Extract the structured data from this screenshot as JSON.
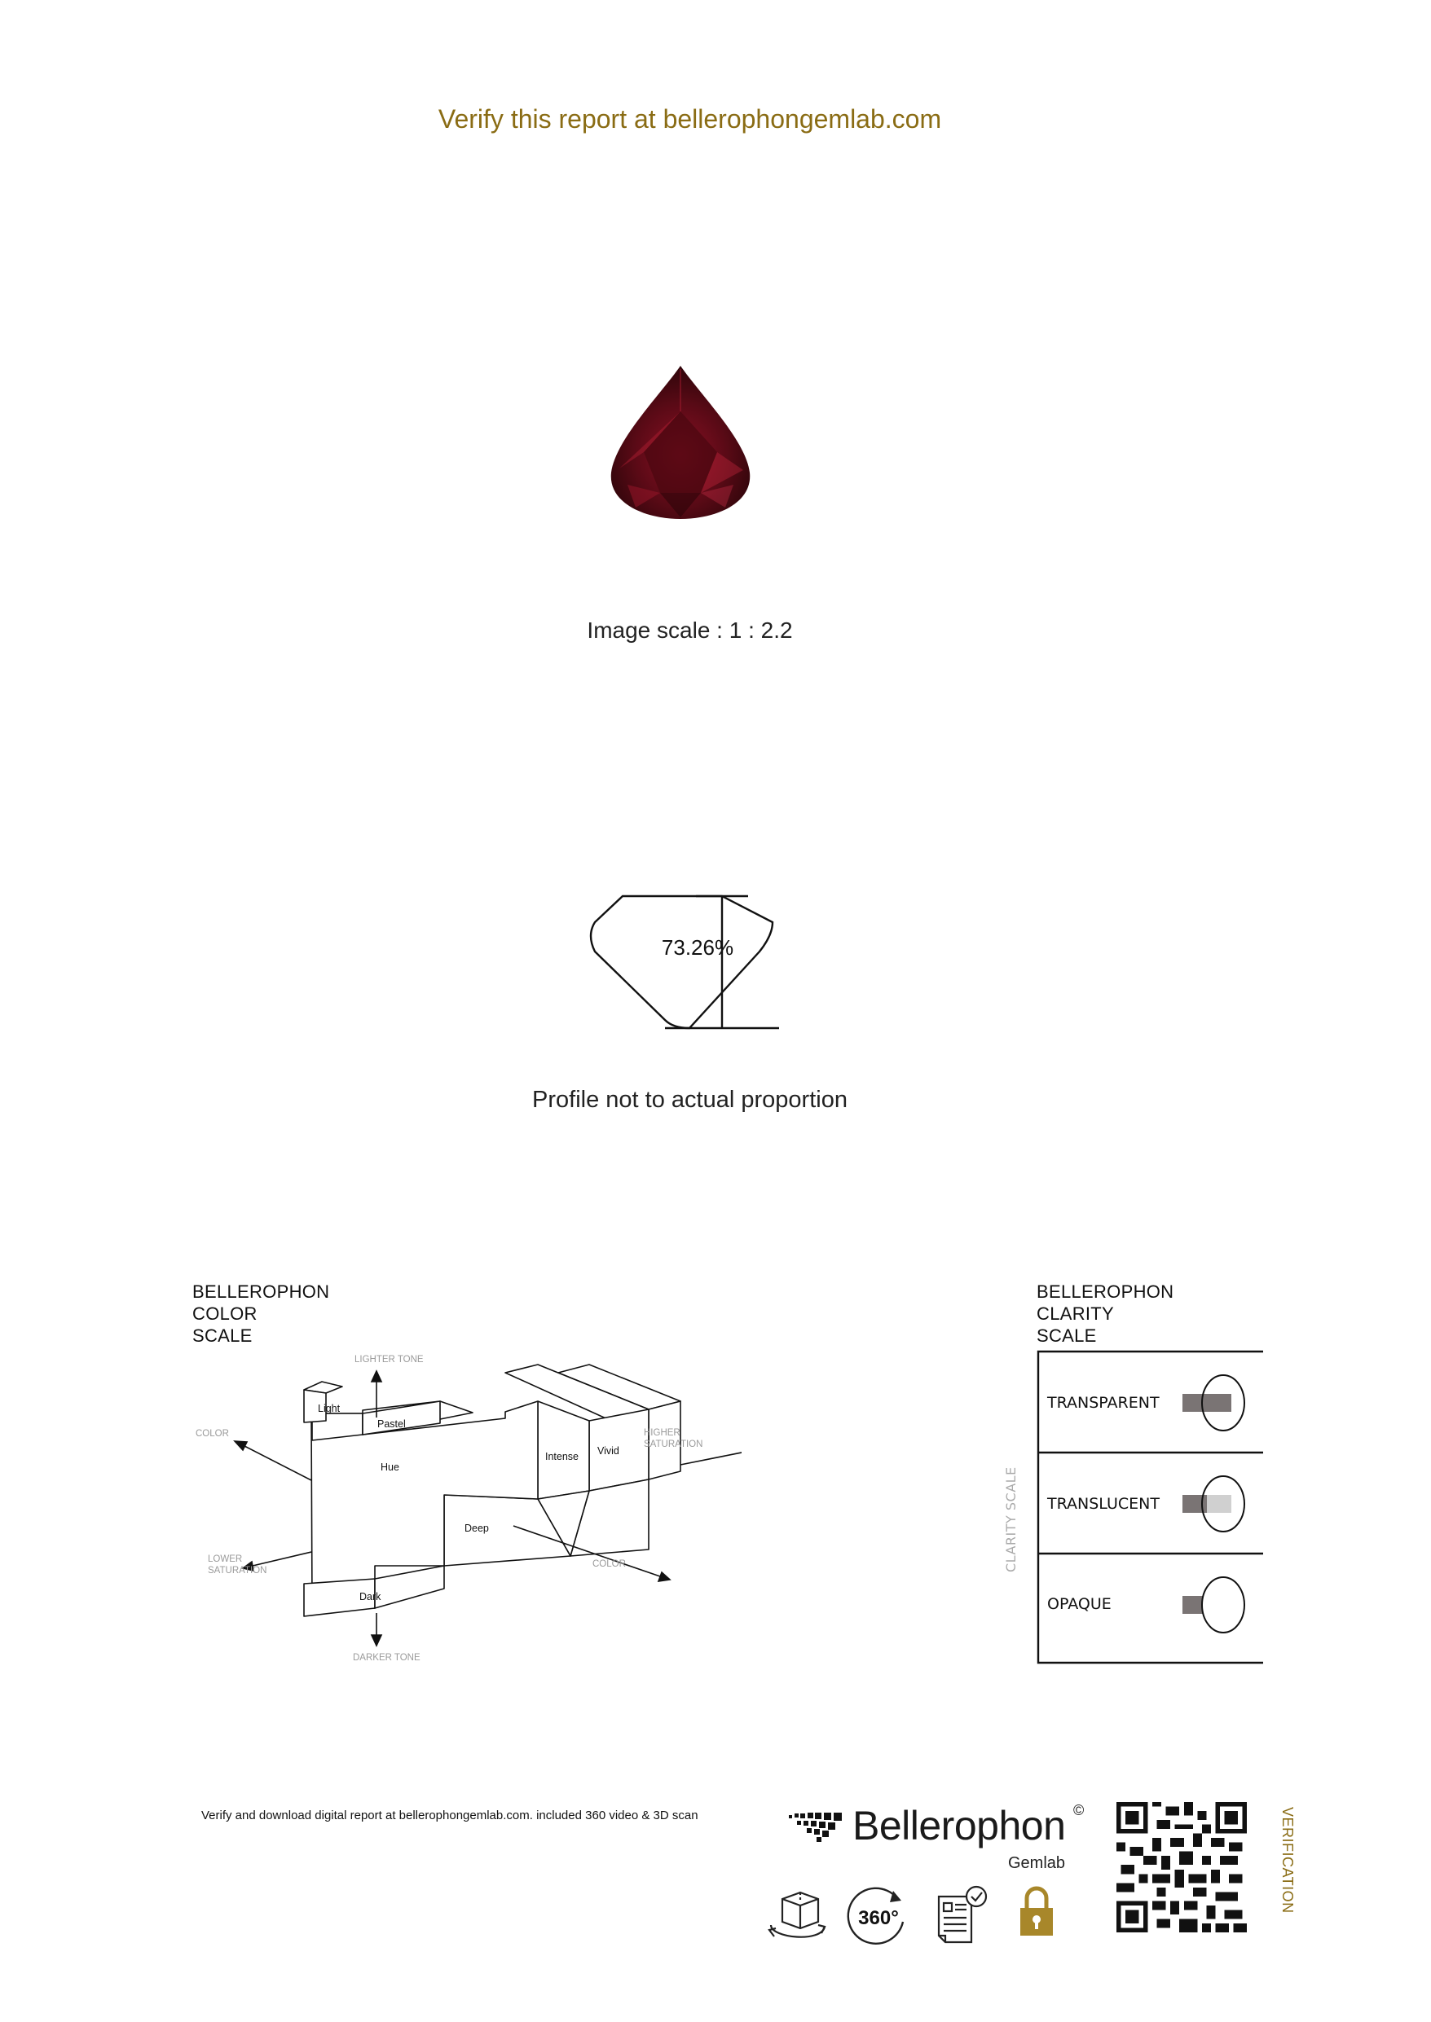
{
  "header": {
    "verify_text": "Verify this report at bellerophongemlab.com"
  },
  "gem_image": {
    "scale_text": "Image scale : 1 : 2.2"
  },
  "profile": {
    "depth_percentage": "73.26%",
    "note": "Profile not to actual proportion"
  },
  "color_scale": {
    "title_lines": [
      "BELLEROPHON",
      "COLOR",
      "SCALE"
    ],
    "blocks": [
      "Light",
      "Pastel",
      "Hue",
      "Intense",
      "Vivid",
      "Deep",
      "Dark"
    ],
    "directions": {
      "lighter": "LIGHTER TONE",
      "darker": "DARKER TONE",
      "color_left": "COLOR",
      "color_right": "COLOR",
      "higher_sat": [
        "HIGHER",
        "SATURATION"
      ],
      "lower_sat": [
        "LOWER",
        "SATURATION"
      ]
    }
  },
  "clarity_scale": {
    "title_lines": [
      "BELLEROPHON",
      "CLARITY",
      "SCALE"
    ],
    "axis_label": "CLARITY SCALE",
    "levels": [
      "TRANSPARENT",
      "TRANSLUCENT",
      "OPAQUE"
    ]
  },
  "footer": {
    "note": "Verify and download digital report at bellerophongemlab.com. included 360 video & 3D scan",
    "brand_name": "Bellerophon",
    "brand_sub": "Gemlab",
    "copyright": "©",
    "badge_360": "360°",
    "verification_label": "VERIFICATION"
  },
  "colors": {
    "accent_gold": "#8a6c14",
    "gem_red": "#6e0c1a",
    "lock_gold": "#a8872a"
  }
}
